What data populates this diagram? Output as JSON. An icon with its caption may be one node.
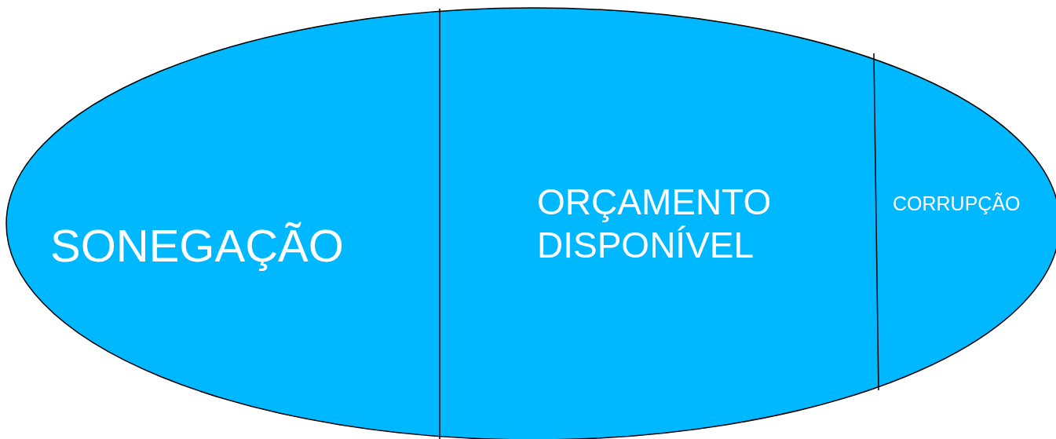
{
  "diagram": {
    "nodes": [
      {
        "text": [],
        "shape": "ellipse"
      },
      {
        "text": [
          "SONEGAÇÃO"
        ],
        "in": 0
      },
      {
        "text": [
          "ORÇAMENTO DISPONÍVEL"
        ],
        "in": 0
      },
      {
        "text": [
          "CORRUPÇÃO"
        ],
        "in": 0
      }
    ]
  }
}
